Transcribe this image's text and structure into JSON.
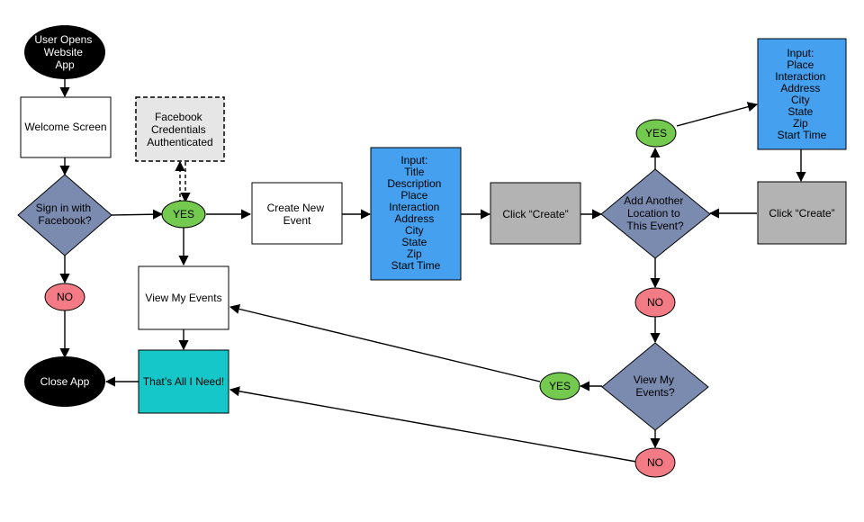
{
  "colors": {
    "terminal": "#000000",
    "process": "#ffffff",
    "auth": "#e6e6e6",
    "input": "#45a1f0",
    "action": "#b3b3b3",
    "decision": "#7b8bb0",
    "yes": "#74c94f",
    "no": "#f27b85",
    "done": "#16c7c9",
    "stroke": "#000000"
  },
  "nodes": {
    "start": [
      "User Opens",
      "Website",
      "App"
    ],
    "welcome": [
      "Welcome Screen"
    ],
    "sign_in": [
      "Sign in with",
      "Facebook?"
    ],
    "facebook": [
      "Facebook",
      "Credentials",
      "Authenticated"
    ],
    "yes1": [
      "YES"
    ],
    "no1": [
      "NO"
    ],
    "create_new": [
      "Create New",
      "Event"
    ],
    "input1": [
      "Input:",
      "Title",
      "Description",
      "Place",
      "Interaction",
      "Address",
      "City",
      "State",
      "Zip",
      "Start Time"
    ],
    "click_create1": [
      "Click “Create”"
    ],
    "add_another": [
      "Add Another",
      "Location to",
      "This Event?"
    ],
    "yes2": [
      "YES"
    ],
    "input2": [
      "Input:",
      "Place",
      "Interaction",
      "Address",
      "City",
      "State",
      "Zip",
      "Start Time"
    ],
    "click_create2": [
      "Click “Create”"
    ],
    "no2": [
      "NO"
    ],
    "view_my_events_q": [
      "View My",
      "Events?"
    ],
    "yes3": [
      "YES"
    ],
    "no3": [
      "NO"
    ],
    "view_my_events": [
      "View My Events"
    ],
    "thats_all": [
      "That’s All I Need!"
    ],
    "close_app": [
      "Close App"
    ]
  }
}
